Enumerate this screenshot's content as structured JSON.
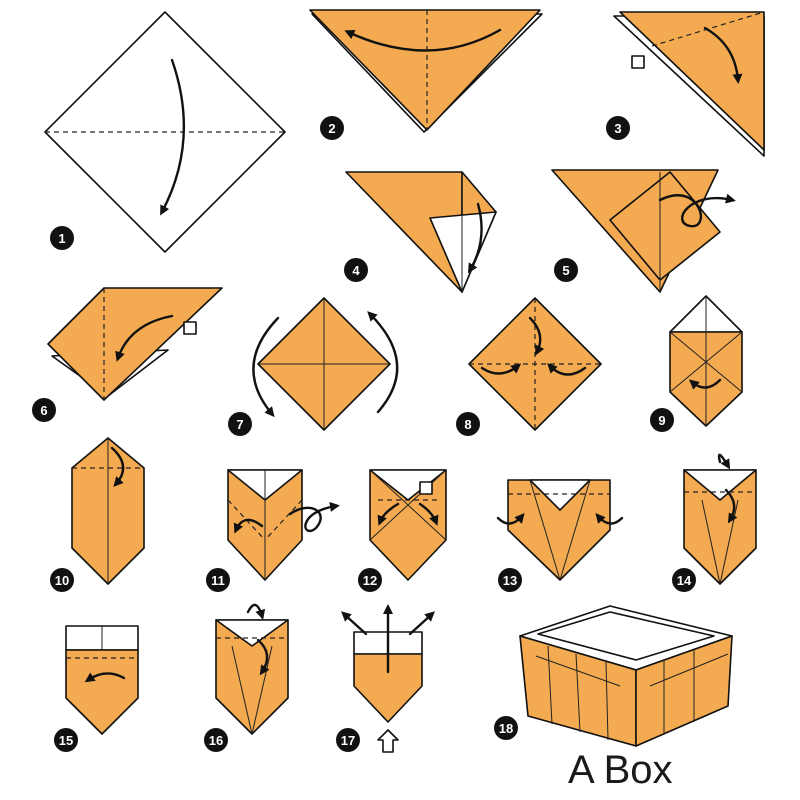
{
  "title": "A Box",
  "colors": {
    "paper": "#F3AA50",
    "outline": "#111111",
    "background": "#FFFFFF"
  },
  "steps": [
    "1",
    "2",
    "3",
    "4",
    "5",
    "6",
    "7",
    "8",
    "9",
    "10",
    "11",
    "12",
    "13",
    "14",
    "15",
    "16",
    "17",
    "18"
  ]
}
